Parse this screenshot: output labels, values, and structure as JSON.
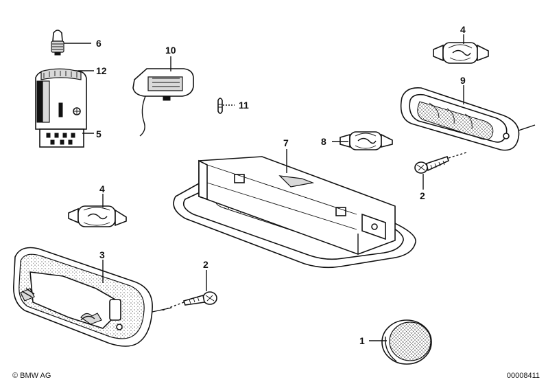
{
  "callouts": {
    "c1": "1",
    "c2a": "2",
    "c2b": "2",
    "c3": "3",
    "c4a": "4",
    "c4b": "4",
    "c5": "5",
    "c6": "6",
    "c7": "7",
    "c8": "8",
    "c9": "9",
    "c10": "10",
    "c11": "11",
    "c12": "12"
  },
  "footer": {
    "copyright": "© BMW AG",
    "document_number": "00008411"
  }
}
